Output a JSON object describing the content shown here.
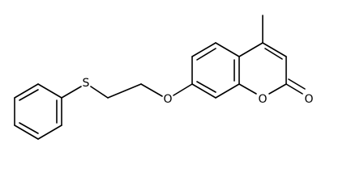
{
  "molecule": {
    "atoms": {
      "sulfur": "S",
      "ether_oxygen": "O",
      "ring_oxygen": "O",
      "carbonyl_oxygen": "O"
    }
  }
}
